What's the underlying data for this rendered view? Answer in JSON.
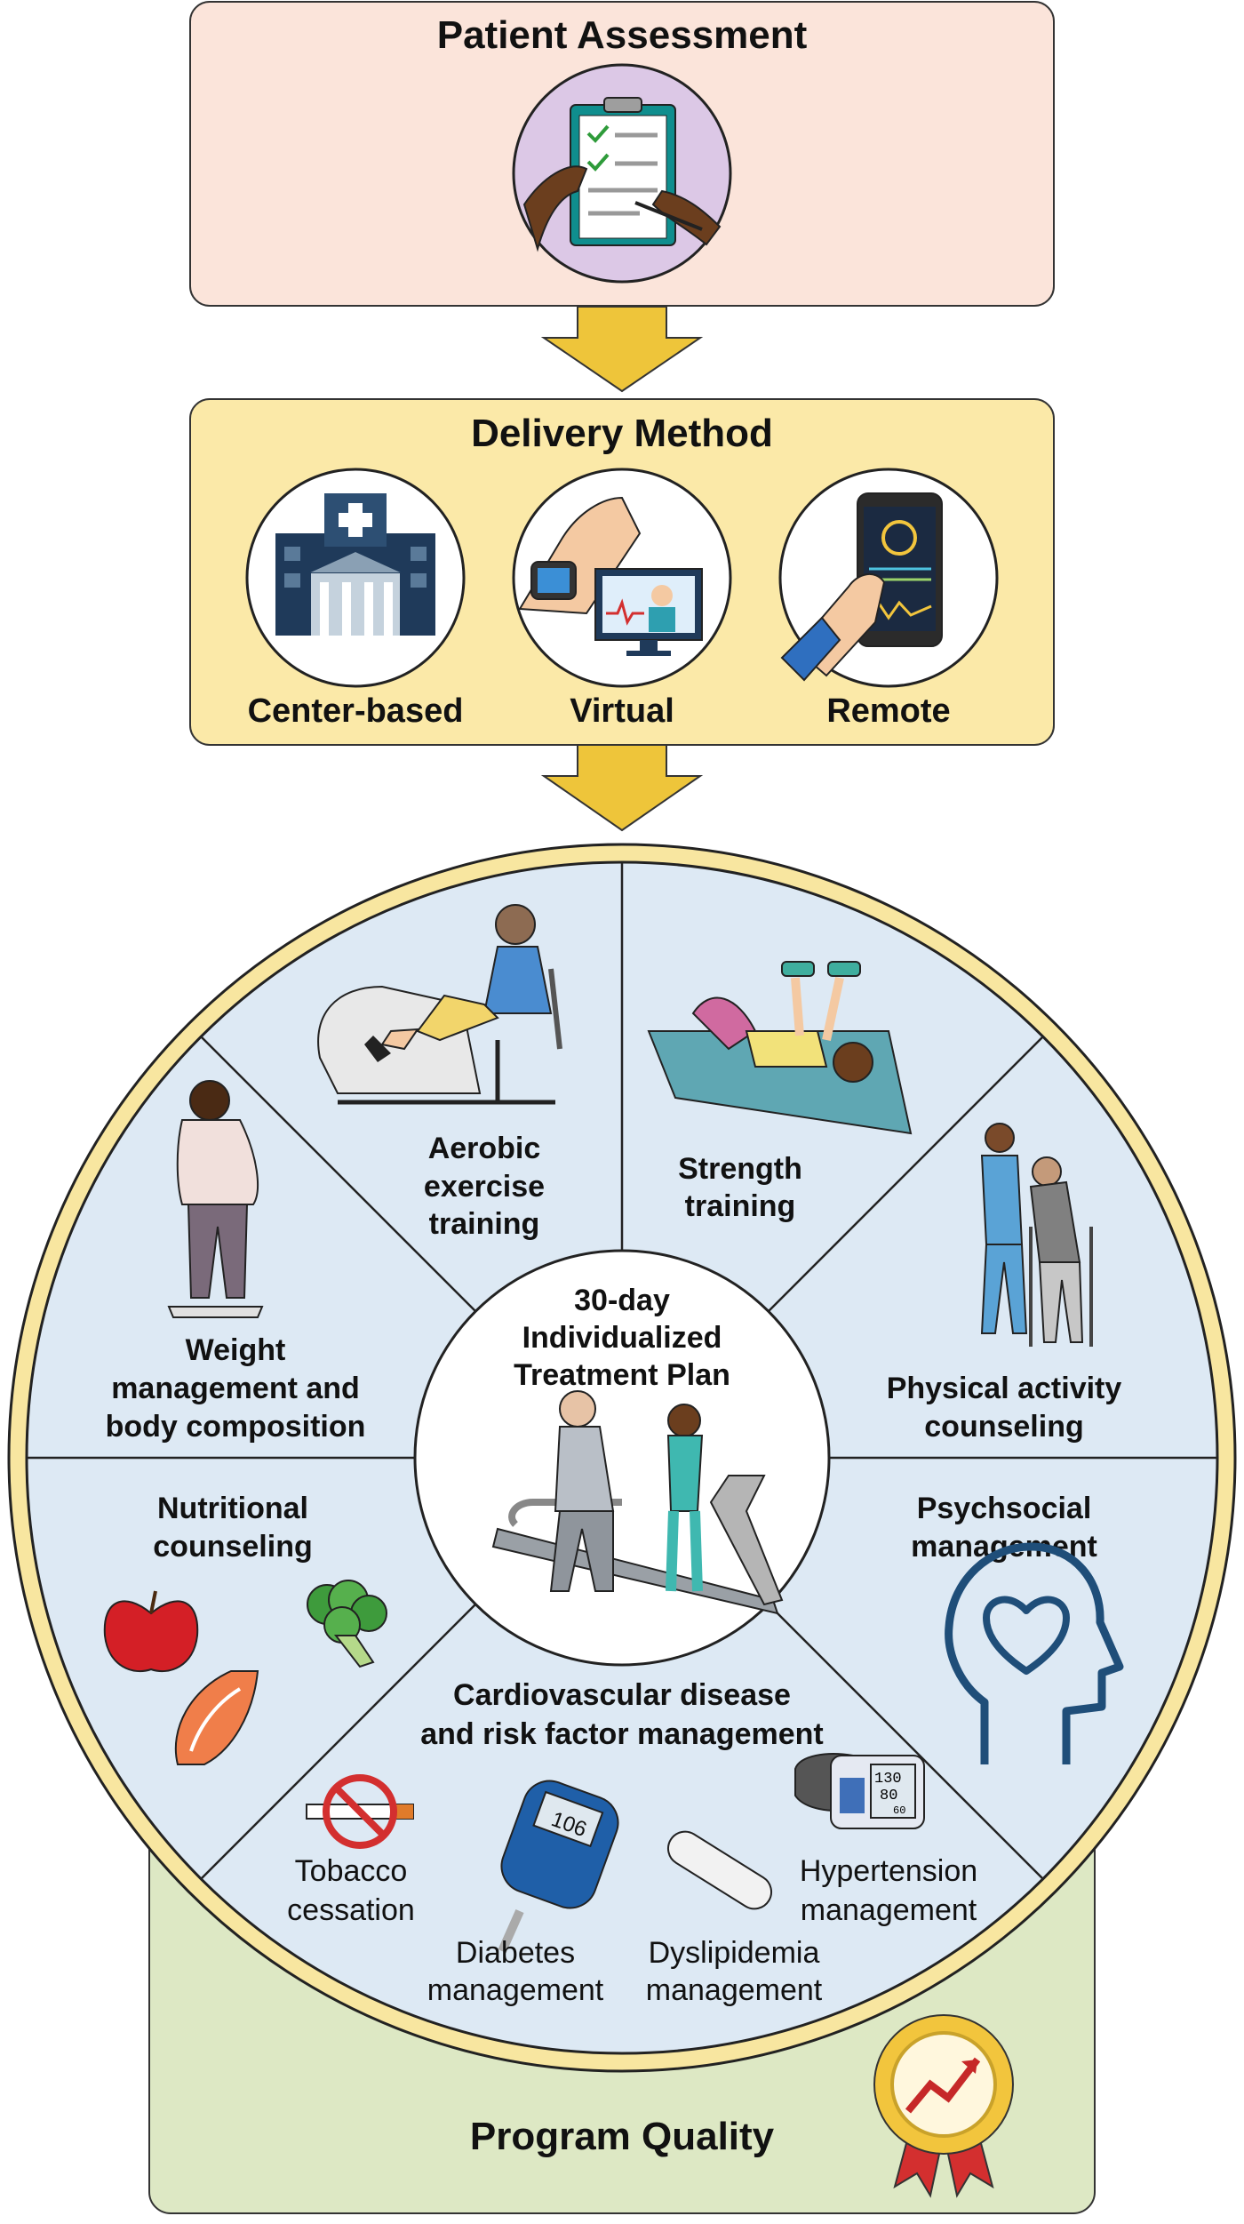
{
  "colors": {
    "assessment_bg": "#fbe4da",
    "delivery_bg": "#fbe9a8",
    "quality_bg": "#dde8c4",
    "wheel_fill": "#dde9f4",
    "wheel_ring": "#f8e6a0",
    "arrow": "#eec53a",
    "icon_blue": "#1f4e79"
  },
  "assessment": {
    "title": "Patient Assessment",
    "icon": "clipboard-checklist-icon"
  },
  "delivery": {
    "title": "Delivery Method",
    "methods": [
      {
        "label": "Center-based",
        "icon": "hospital-building-icon"
      },
      {
        "label": "Virtual",
        "icon": "smartwatch-video-call-icon"
      },
      {
        "label": "Remote",
        "icon": "smartphone-app-icon"
      }
    ]
  },
  "wheel": {
    "center": {
      "line1": "30-day",
      "line2": "Individualized",
      "line3": "Treatment Plan",
      "icon": "treadmill-stress-test-icon"
    },
    "segments": {
      "aerobic": {
        "line1": "Aerobic",
        "line2": "exercise",
        "line3": "training",
        "icon": "recumbent-bike-icon"
      },
      "strength": {
        "line1": "Strength",
        "line2": "training",
        "icon": "dumbbell-press-icon"
      },
      "physical": {
        "line1": "Physical activity",
        "line2": "counseling",
        "icon": "walking-with-nurse-icon"
      },
      "psychosocial": {
        "line1": "Psychsocial",
        "line2": "management",
        "icon": "head-heart-icon"
      },
      "cardio": {
        "line1": "Cardiovascular disease",
        "line2": "and risk factor management",
        "items": [
          {
            "line1": "Tobacco",
            "line2": "cessation",
            "icon": "no-smoking-icon"
          },
          {
            "line1": "Diabetes",
            "line2": "management",
            "icon": "glucose-meter-icon"
          },
          {
            "line1": "Dyslipidemia",
            "line2": "management",
            "icon": "pill-capsule-icon"
          },
          {
            "line1": "Hypertension",
            "line2": "management",
            "icon": "blood-pressure-monitor-icon"
          }
        ],
        "glucose_reading": "106",
        "bp_reading": [
          "130",
          "80",
          "60"
        ]
      },
      "nutrition": {
        "line1": "Nutritional",
        "line2": "counseling",
        "icon": "healthy-food-icon"
      },
      "weight": {
        "line1": "Weight",
        "line2": "management and",
        "line3": "body composition",
        "icon": "person-on-scale-icon"
      }
    }
  },
  "quality": {
    "title": "Program Quality",
    "icon": "award-ribbon-trend-icon"
  }
}
